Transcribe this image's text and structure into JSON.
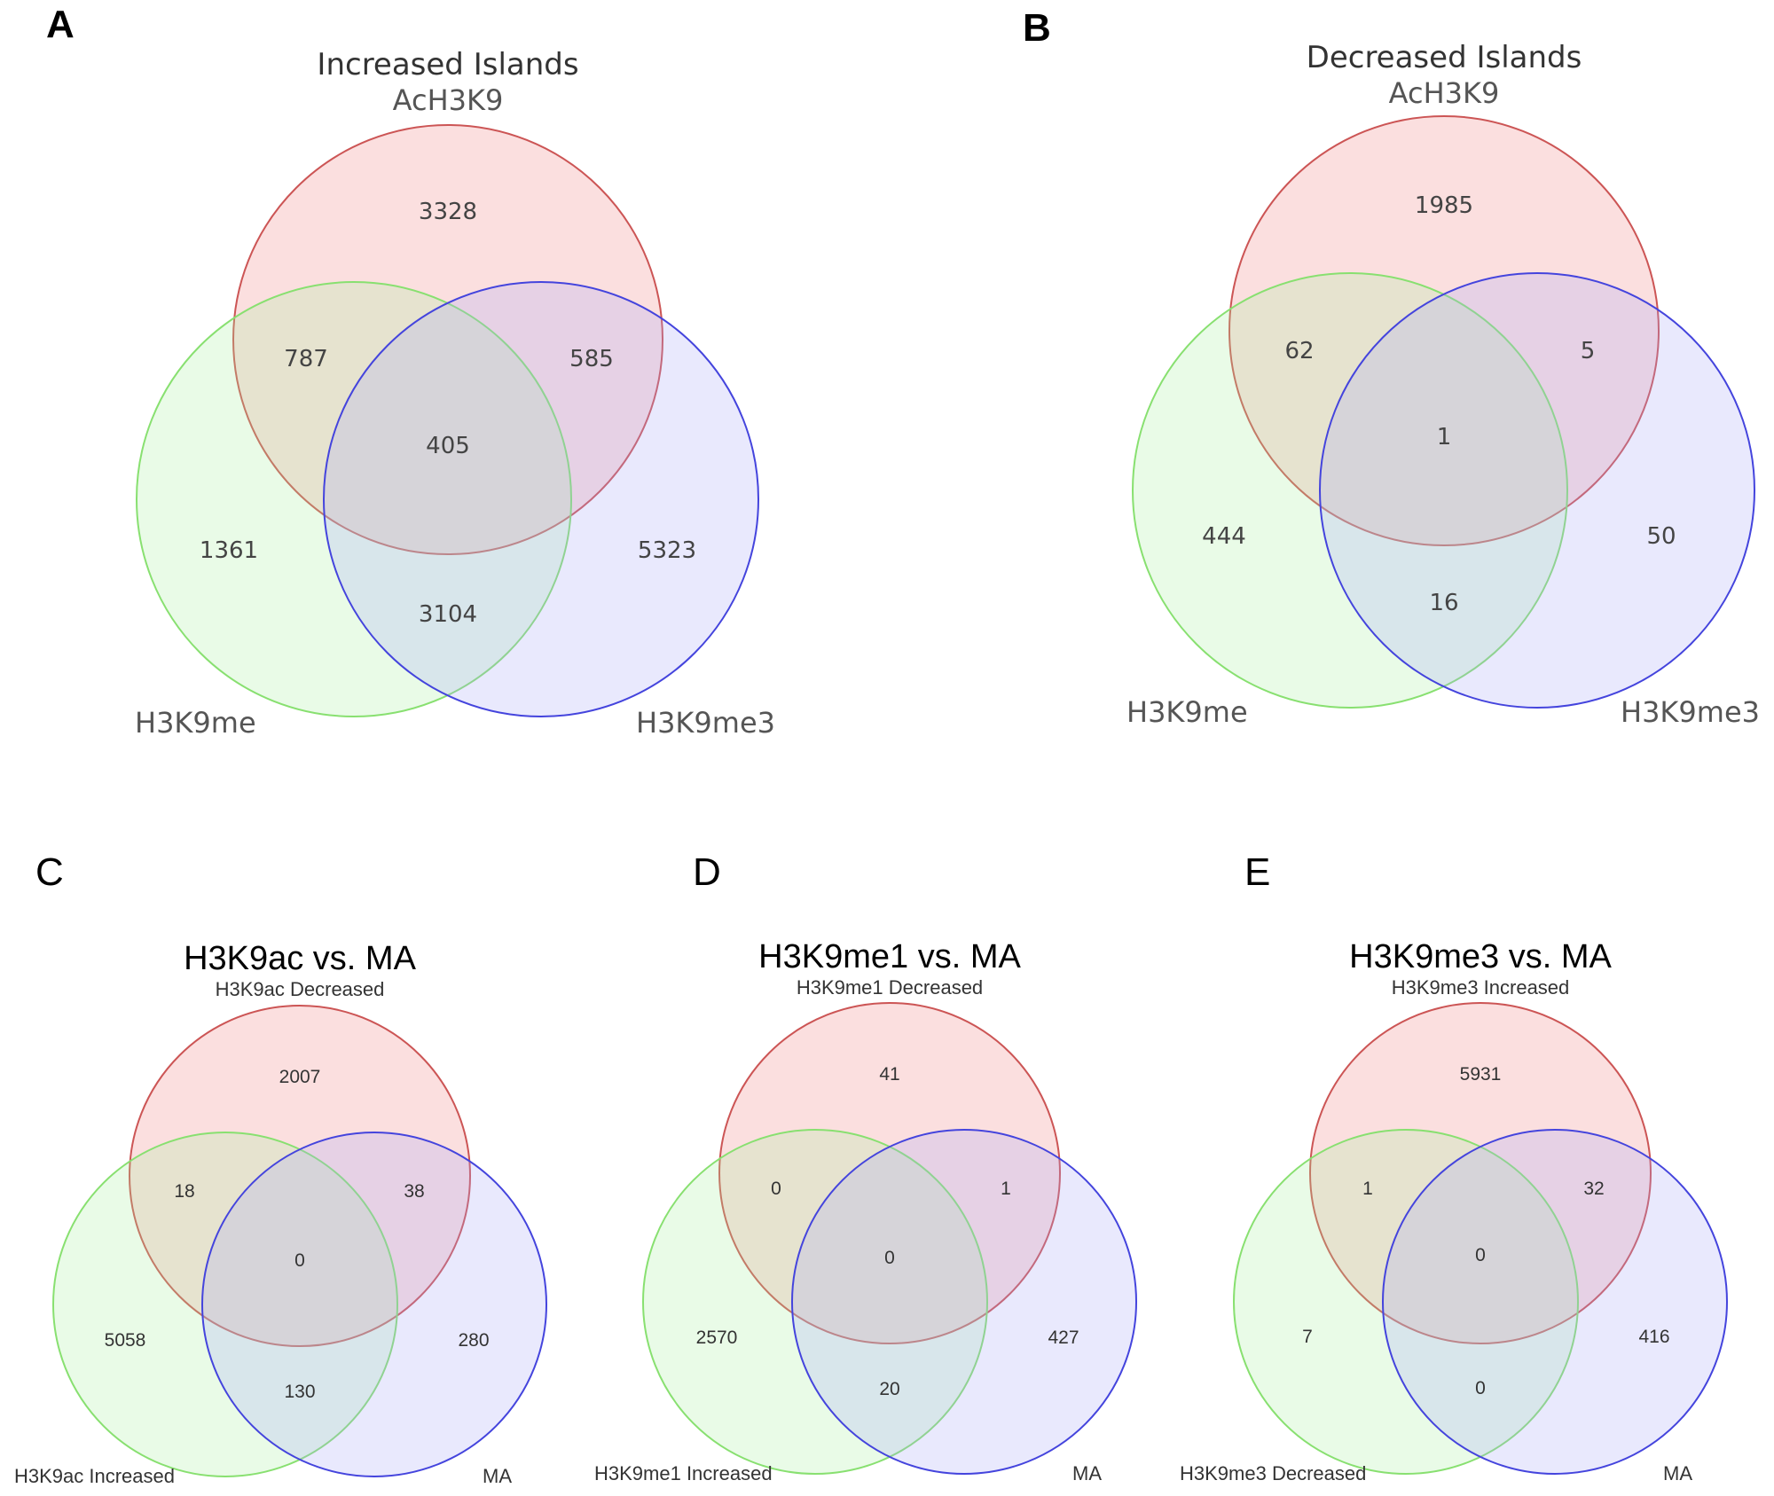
{
  "colors": {
    "red_fill": "#f08080",
    "red_stroke": "#cc5555",
    "green_fill": "#a8f0a0",
    "green_stroke": "#88e070",
    "blue_fill": "#a8a8f8",
    "blue_stroke": "#4444dd"
  },
  "panels": [
    {
      "letter": "A",
      "title": "Increased Islands",
      "sets": {
        "top": "AcH3K9",
        "left": "H3K9me",
        "right": "H3K9me3"
      },
      "counts": {
        "top_only": "3328",
        "top_left": "787",
        "top_right": "585",
        "center": "405",
        "left_only": "1361",
        "right_only": "5323",
        "left_right": "3104"
      }
    },
    {
      "letter": "B",
      "title": "Decreased Islands",
      "sets": {
        "top": "AcH3K9",
        "left": "H3K9me",
        "right": "H3K9me3"
      },
      "counts": {
        "top_only": "1985",
        "top_left": "62",
        "top_right": "5",
        "center": "1",
        "left_only": "444",
        "right_only": "50",
        "left_right": "16"
      }
    },
    {
      "letter": "C",
      "title": "H3K9ac vs. MA",
      "sets": {
        "top": "H3K9ac Decreased",
        "left": "H3K9ac Increased",
        "right": "MA"
      },
      "counts": {
        "top_only": "2007",
        "top_left": "18",
        "top_right": "38",
        "center": "0",
        "left_only": "5058",
        "right_only": "280",
        "left_right": "130"
      }
    },
    {
      "letter": "D",
      "title": "H3K9me1 vs. MA",
      "sets": {
        "top": "H3K9me1 Decreased",
        "left": "H3K9me1 Increased",
        "right": "MA"
      },
      "counts": {
        "top_only": "41",
        "top_left": "0",
        "top_right": "1",
        "center": "0",
        "left_only": "2570",
        "right_only": "427",
        "left_right": "20"
      }
    },
    {
      "letter": "E",
      "title": "H3K9me3 vs. MA",
      "sets": {
        "top": "H3K9me3 Increased",
        "left": "H3K9me3 Decreased",
        "right": "MA"
      },
      "counts": {
        "top_only": "5931",
        "top_left": "1",
        "top_right": "32",
        "center": "0",
        "left_only": "7",
        "right_only": "416",
        "left_right": "0"
      }
    }
  ]
}
